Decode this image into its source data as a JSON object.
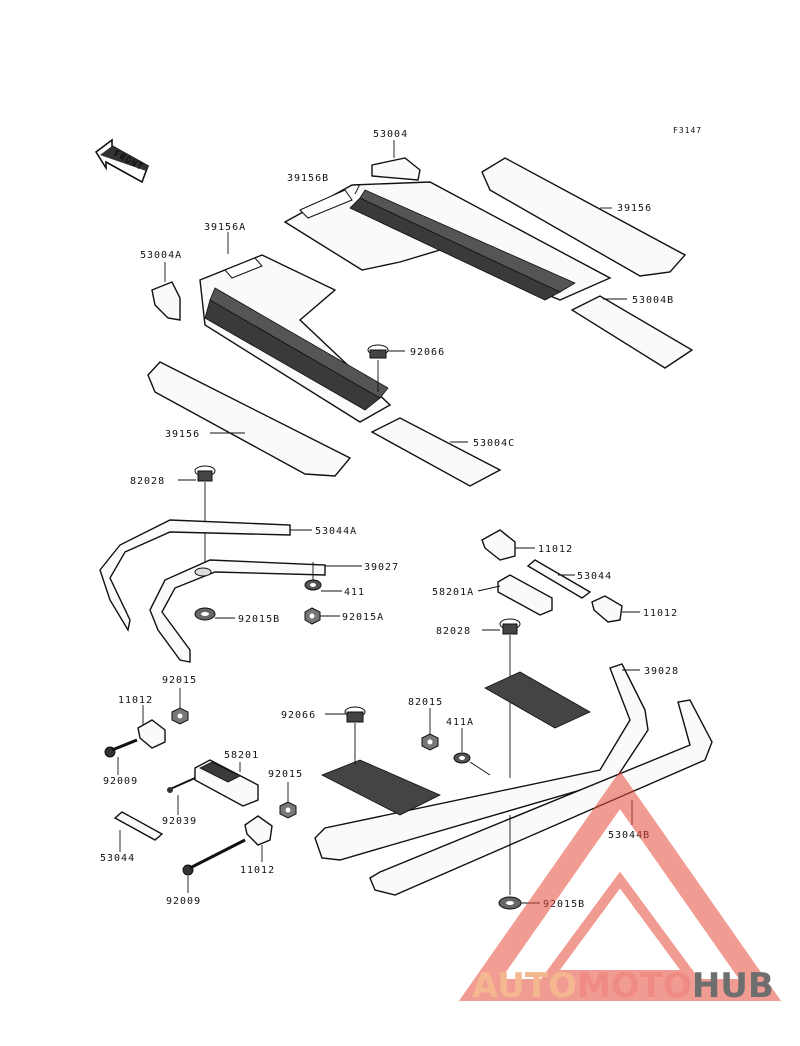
{
  "figure_code": "F3147",
  "front_label": "FRONT",
  "parts": {
    "p53004": "53004",
    "p39156B": "39156B",
    "p39156": "39156",
    "p39156A": "39156A",
    "p53004A": "53004A",
    "p53004B": "53004B",
    "p92066_top": "92066",
    "p39156_left": "39156",
    "p53004C": "53004C",
    "p82028_top": "82028",
    "p53044A": "53044A",
    "p39027": "39027",
    "p411": "411",
    "p92015B_top": "92015B",
    "p92015A": "92015A",
    "p11012_a": "11012",
    "p53044_a": "53044",
    "p58201A": "58201A",
    "p11012_b": "11012",
    "p82028_mid": "82028",
    "p39028": "39028",
    "p92015_a": "92015",
    "p11012_c": "11012",
    "p92009_a": "92009",
    "p92066_mid": "92066",
    "p82015": "82015",
    "p411A": "411A",
    "p58201": "58201",
    "p92015_b": "92015",
    "p92039": "92039",
    "p53044_b": "53044",
    "p11012_d": "11012",
    "p53044B": "53044B",
    "p92009_b": "92009",
    "p92015B_bot": "92015B"
  },
  "watermark": {
    "part1": "AUTO",
    "part2": "MOTO",
    "part3": "HUB",
    "color1": "#f5b78f",
    "color2": "#f08a84",
    "color3": "#6e6e6e"
  }
}
